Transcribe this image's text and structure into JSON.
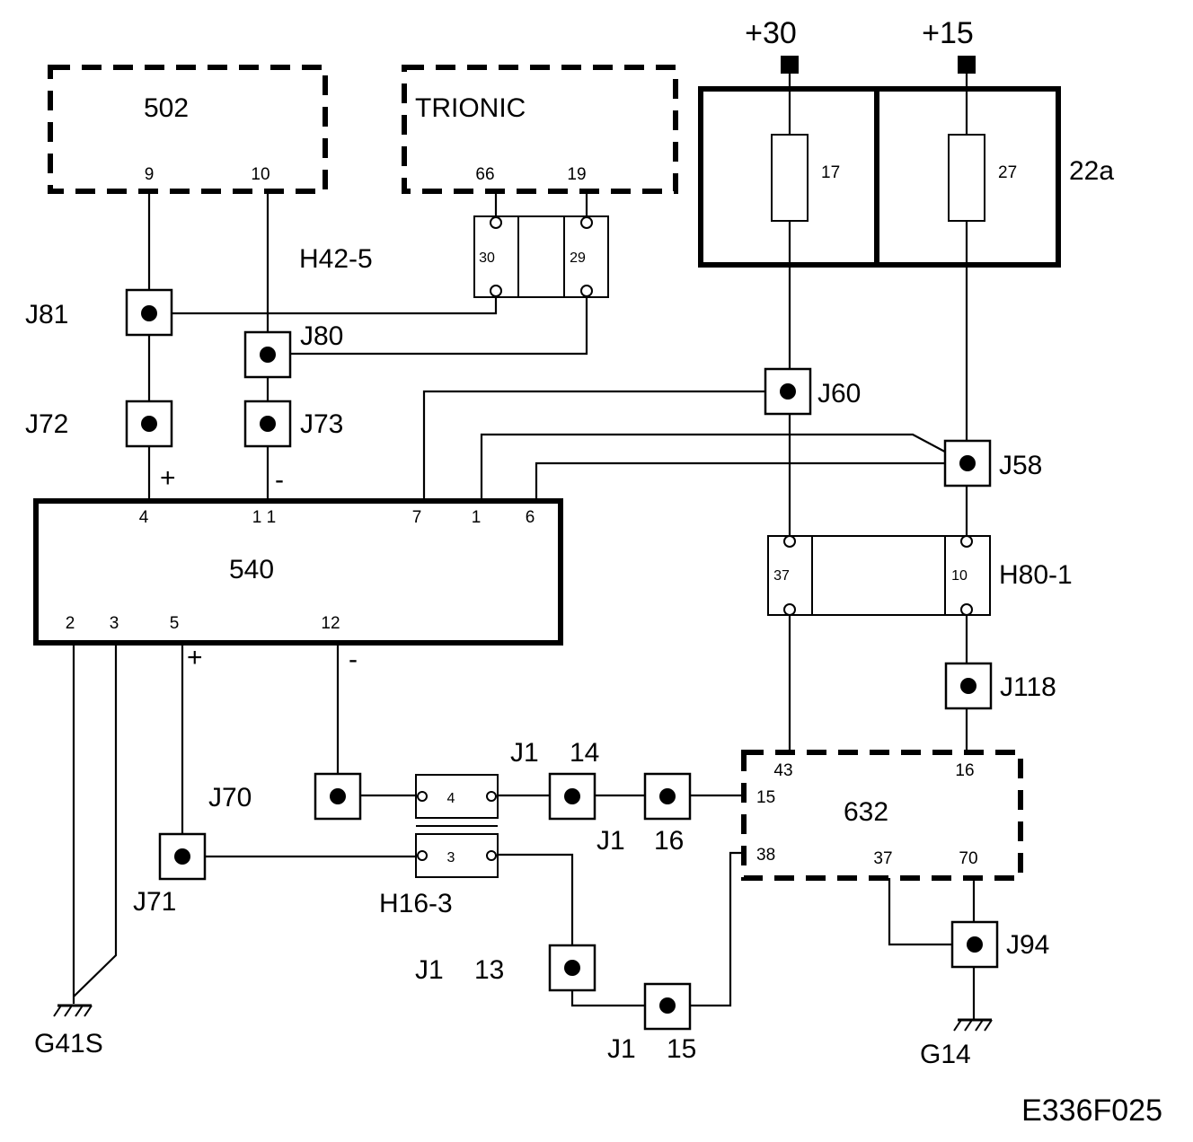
{
  "diagram": {
    "ref": "E336F025",
    "power": {
      "p30": "+30",
      "p15": "+15"
    },
    "fusebox": {
      "name": "22a",
      "fuse_a": "17",
      "fuse_b": "27"
    },
    "units": {
      "u502": {
        "name": "502",
        "pin_a": "9",
        "pin_b": "10"
      },
      "trionic": {
        "name": "TRIONIC",
        "pin_a": "66",
        "pin_b": "19"
      },
      "u540": {
        "name": "540",
        "pin_4": "4",
        "pin_11": "1 1",
        "pin_7": "7",
        "pin_1": "1",
        "pin_6": "6",
        "pin_2": "2",
        "pin_3": "3",
        "pin_5": "5",
        "pin_12": "12"
      },
      "u632": {
        "name": "632",
        "pin_43": "43",
        "pin_16": "16",
        "pin_15": "15",
        "pin_38": "38",
        "pin_37": "37",
        "pin_70": "70"
      }
    },
    "connectors": {
      "h42": {
        "name": "H42-5",
        "pin_a": "30",
        "pin_b": "29"
      },
      "h80": {
        "name": "H80-1",
        "pin_a": "37",
        "pin_b": "10"
      },
      "h16": {
        "name": "H16-3",
        "pin_a": "4",
        "pin_b": "3"
      }
    },
    "junctions": {
      "j81": "J81",
      "j80": "J80",
      "j72": "J72",
      "j73": "J73",
      "j60": "J60",
      "j58": "J58",
      "j118": "J118",
      "j70": "J70",
      "j71": "J71",
      "j94": "J94",
      "j1_14a": "J1",
      "j1_14b": "14",
      "j1_16a": "J1",
      "j1_16b": "16",
      "j1_13a": "J1",
      "j1_13b": "13",
      "j1_15a": "J1",
      "j1_15b": "15"
    },
    "polarity": {
      "plus_a": "+",
      "minus_a": "-",
      "plus_b": "+",
      "minus_b": "-"
    },
    "grounds": {
      "g41s": "G41S",
      "g14": "G14"
    }
  }
}
